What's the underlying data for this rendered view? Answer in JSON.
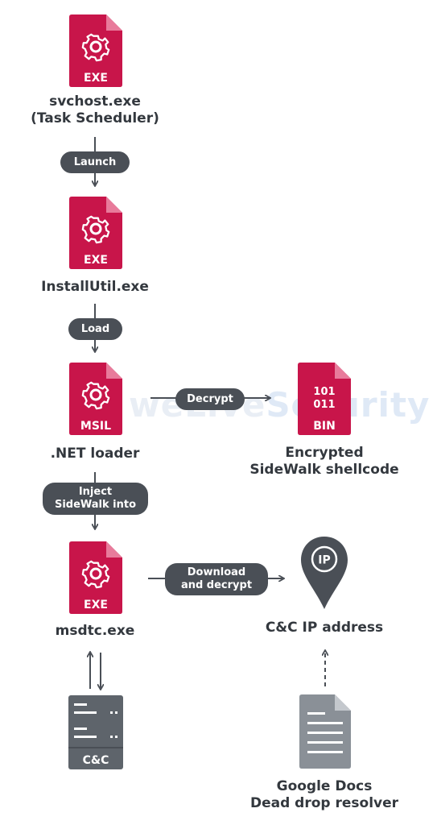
{
  "watermark": {
    "part1": "weLive",
    "part2": "Security"
  },
  "nodes": {
    "svchost": {
      "file_badge": "EXE",
      "label_line1": "svchost.exe",
      "label_line2": "(Task Scheduler)"
    },
    "installutil": {
      "file_badge": "EXE",
      "label_line1": "InstallUtil.exe"
    },
    "netloader": {
      "file_badge": "MSIL",
      "label_line1": ".NET loader"
    },
    "shellcode": {
      "file_badge": "BIN",
      "binary_row1": "101",
      "binary_row2": "011",
      "label_line1": "Encrypted",
      "label_line2": "SideWalk shellcode"
    },
    "msdtc": {
      "file_badge": "EXE",
      "label_line1": "msdtc.exe"
    },
    "cc_ip": {
      "pin_text": "IP",
      "label_line1": "C&C IP address"
    },
    "cc_server": {
      "badge": "C&C"
    },
    "google_docs": {
      "label_line1": "Google Docs",
      "label_line2": "Dead drop resolver"
    }
  },
  "edges": {
    "launch": {
      "label": "Launch"
    },
    "load": {
      "label": "Load"
    },
    "decrypt": {
      "label": "Decrypt"
    },
    "inject": {
      "label_line1": "Inject",
      "label_line2": "SideWalk into"
    },
    "download": {
      "label_line1": "Download",
      "label_line2": "and decrypt"
    }
  },
  "colors": {
    "file_red": "#c8154a",
    "file_fold": "#e87b9b",
    "dark": "#4a4f56",
    "server_gray": "#5e646b",
    "doc_gray": "#8a9097"
  }
}
